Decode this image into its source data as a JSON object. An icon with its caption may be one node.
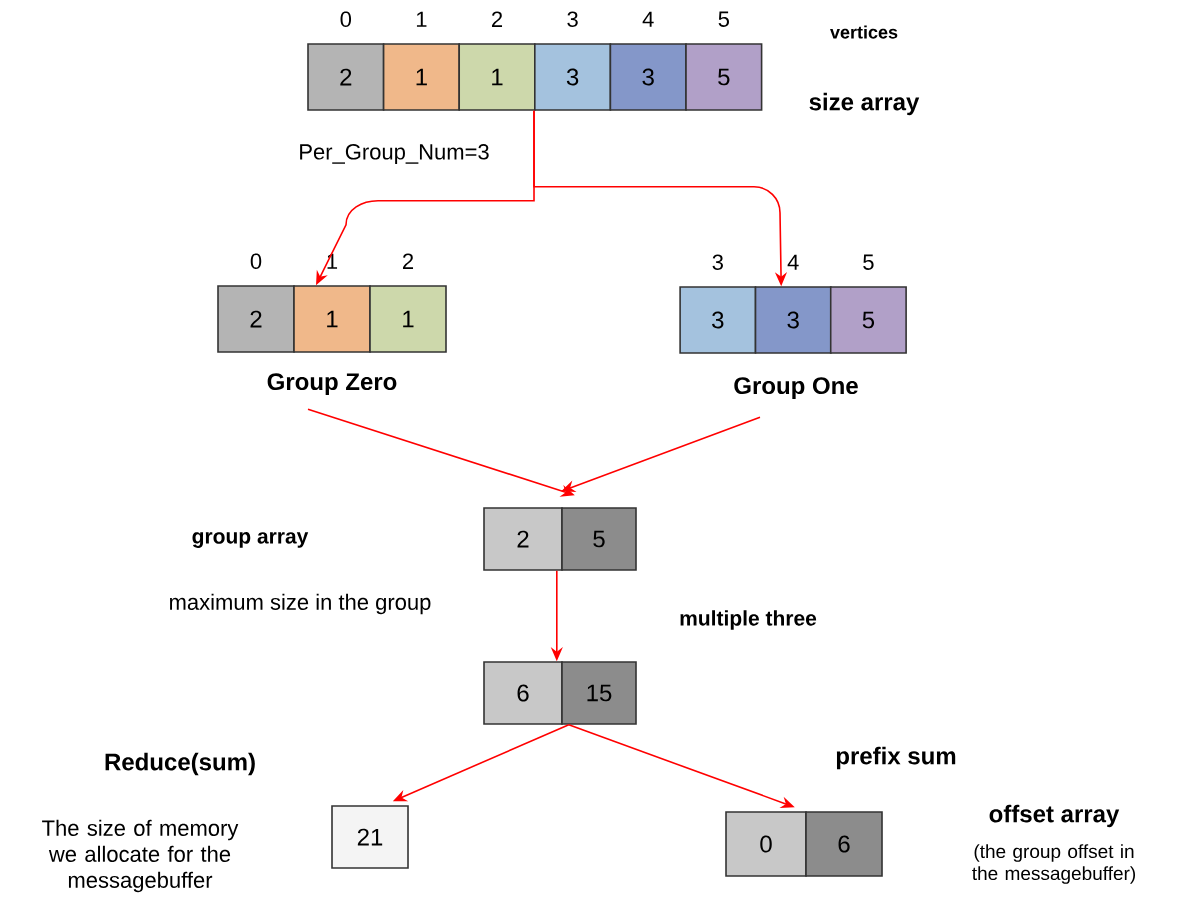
{
  "diagram": {
    "nodes": [
      {
        "text": [
          "2"
        ],
        "beside": [
          "0"
        ]
      },
      {
        "text": [
          "1"
        ],
        "beside": [
          "1"
        ]
      },
      {
        "text": [
          "1"
        ],
        "beside": [
          "2"
        ]
      },
      {
        "text": [
          "3"
        ],
        "beside": [
          "3"
        ]
      },
      {
        "text": [
          "3"
        ],
        "beside": [
          "4"
        ]
      },
      {
        "text": [
          "5"
        ],
        "beside": [
          "5"
        ]
      },
      {
        "text": [
          "2"
        ],
        "beside": [
          "0"
        ]
      },
      {
        "text": [
          "1"
        ],
        "beside": [
          "1"
        ]
      },
      {
        "text": [
          "1"
        ],
        "beside": [
          "2"
        ]
      },
      {
        "text": [
          "3"
        ],
        "beside": [
          "3"
        ]
      },
      {
        "text": [
          "3"
        ],
        "beside": [
          "4"
        ]
      },
      {
        "text": [
          "5"
        ],
        "beside": [
          "5"
        ]
      },
      {
        "text": [
          "Group Zero"
        ]
      },
      {
        "text": [
          "Group One"
        ]
      },
      {
        "text": [
          "2"
        ]
      },
      {
        "text": [
          "5"
        ]
      },
      {
        "text": [
          "6"
        ]
      },
      {
        "text": [
          "15"
        ]
      },
      {
        "text": [
          "21"
        ]
      },
      {
        "text": [
          "0"
        ]
      },
      {
        "text": [
          "6"
        ]
      }
    ],
    "edges": [
      {
        "from": 3,
        "to": 7,
        "arrow": "to"
      },
      {
        "from": 3,
        "to": 10,
        "arrow": "to"
      },
      {
        "from": 12,
        "to": 14,
        "arrow": "to"
      },
      {
        "from": 13,
        "to": 15,
        "arrow": "to"
      },
      {
        "from": 14,
        "to": 16,
        "arrow": "to"
      },
      {
        "from": 16,
        "to": 18,
        "arrow": "to"
      },
      {
        "from": 16,
        "to": 19,
        "arrow": "to"
      }
    ],
    "labels": [
      "vertices",
      "size array",
      "Per_Group_Num=3",
      "group array",
      "maximum size in the group",
      "multiple three",
      "Reduce(sum)",
      "The size of memory we allocate for the messagebuffer",
      "prefix sum",
      "offset array",
      "(the group offset in the messagebuffer)"
    ]
  }
}
